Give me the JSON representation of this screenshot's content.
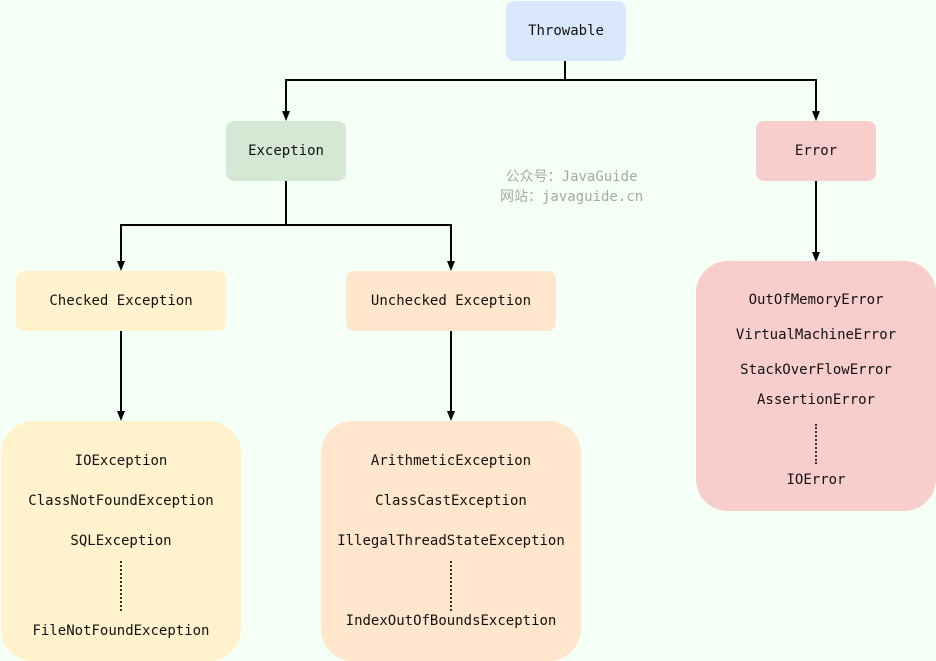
{
  "watermark": {
    "line1": "公众号：JavaGuide",
    "line2": "网站：javaguide.cn"
  },
  "nodes": {
    "throwable": "Throwable",
    "exception": "Exception",
    "error": "Error",
    "checked": "Checked Exception",
    "unchecked": "Unchecked Exception"
  },
  "groups": {
    "checked": [
      "IOException",
      "ClassNotFoundException",
      "SQLException",
      "FileNotFoundException"
    ],
    "unchecked": [
      "ArithmeticException",
      "ClassCastException",
      "IllegalThreadStateException",
      "IndexOutOfBoundsException"
    ],
    "error": [
      "OutOfMemoryError",
      "VirtualMachineError",
      "StackOverFlowError",
      "AssertionError",
      "IOError"
    ]
  },
  "colors": {
    "throwable": "#dae8fc",
    "exception": "#d5e8d4",
    "error": "#f8cecc",
    "checked": "#fff2cc",
    "unchecked": "#ffe6cc",
    "edge": "#000000"
  }
}
